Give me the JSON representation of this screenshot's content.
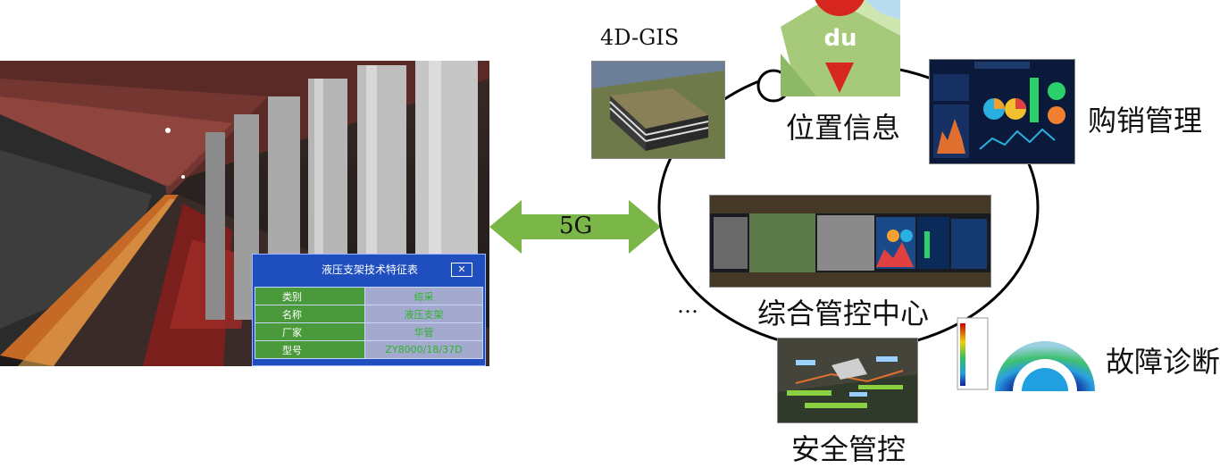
{
  "popup": {
    "title": "液压支架技术特征表",
    "close_glyph": "✕",
    "rows": [
      {
        "key": "类别",
        "value": "综采"
      },
      {
        "key": "名称",
        "value": "液压支架"
      },
      {
        "key": "厂家",
        "value": "华管"
      },
      {
        "key": "型号",
        "value": "ZY8000/18/37D"
      }
    ]
  },
  "link": {
    "label": "5G"
  },
  "nodes": {
    "gis": "4D-GIS",
    "location": "位置信息",
    "location_logo": "du",
    "purchase": "购销管理",
    "control_center": "综合管控中心",
    "fault": "故障诊断",
    "safety": "安全管控",
    "more": "…"
  },
  "colors": {
    "arrow": "#7ab648",
    "popup_bg": "#1f4fbf",
    "popup_key_bg": "#4a9a3b",
    "logo_red": "#d7261f"
  }
}
